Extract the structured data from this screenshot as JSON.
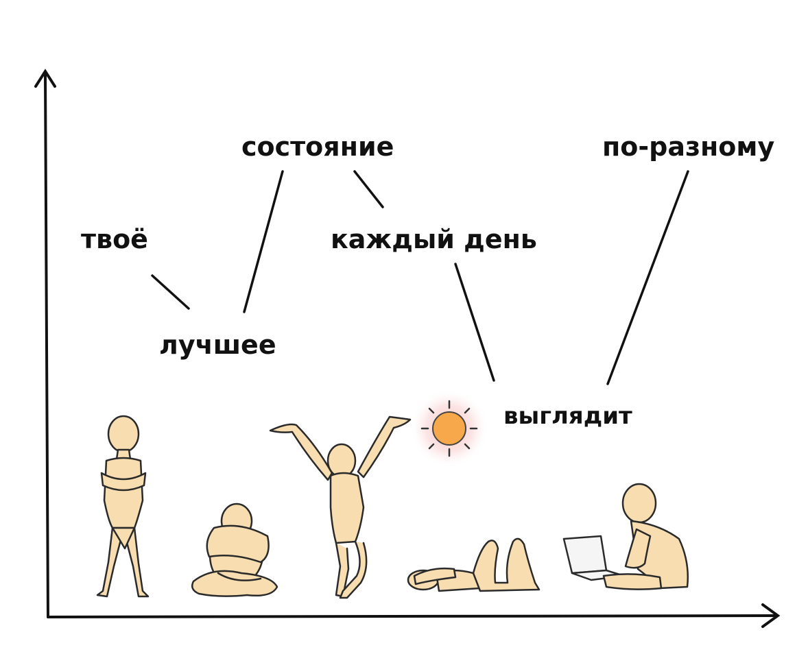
{
  "words": {
    "w1": "твоё",
    "w2": "лучшее",
    "w3": "состояние",
    "w4": "каждый день",
    "w5": "выглядит",
    "w6": "по-разному"
  },
  "colors": {
    "figure_fill": "#f7ddb0",
    "figure_stroke": "#2a2a2a",
    "sun_fill": "#f7a84a",
    "sun_glow": "#f7b7b7",
    "ink": "#111111"
  },
  "figures": [
    {
      "pose": "standing-arms-crossed"
    },
    {
      "pose": "sitting-hugging-pillow"
    },
    {
      "pose": "stretching-arms-up"
    },
    {
      "pose": "lying-on-back"
    },
    {
      "pose": "sitting-with-laptop"
    }
  ]
}
